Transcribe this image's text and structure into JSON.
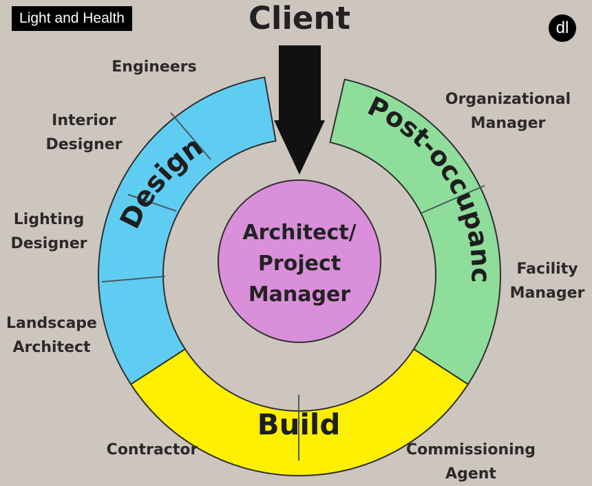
{
  "header": {
    "badge_text": "Light and Health",
    "logo_text": "dl"
  },
  "client_label": "Client",
  "center": {
    "line1": "Architect/",
    "line2": "Project",
    "line3": "Manager",
    "color": "#d98fd9"
  },
  "phases": {
    "design": {
      "label": "Design",
      "color": "#5fcdf2"
    },
    "post_occupancy": {
      "label": "Post-occupancy",
      "color": "#8fdd9a"
    },
    "build": {
      "label": "Build",
      "color": "#fef000"
    }
  },
  "roles": {
    "engineers": [
      "Engineers"
    ],
    "interior_designer": [
      "Interior",
      "Designer"
    ],
    "lighting_designer": [
      "Lighting",
      "Designer"
    ],
    "landscape_architect": [
      "Landscape",
      "Architect"
    ],
    "organizational_manager": [
      "Organizational",
      "Manager"
    ],
    "facility_manager": [
      "Facility",
      "Manager"
    ],
    "contractor": [
      "Contractor"
    ],
    "commissioning_agent": [
      "Commissioning",
      "Agent"
    ]
  }
}
